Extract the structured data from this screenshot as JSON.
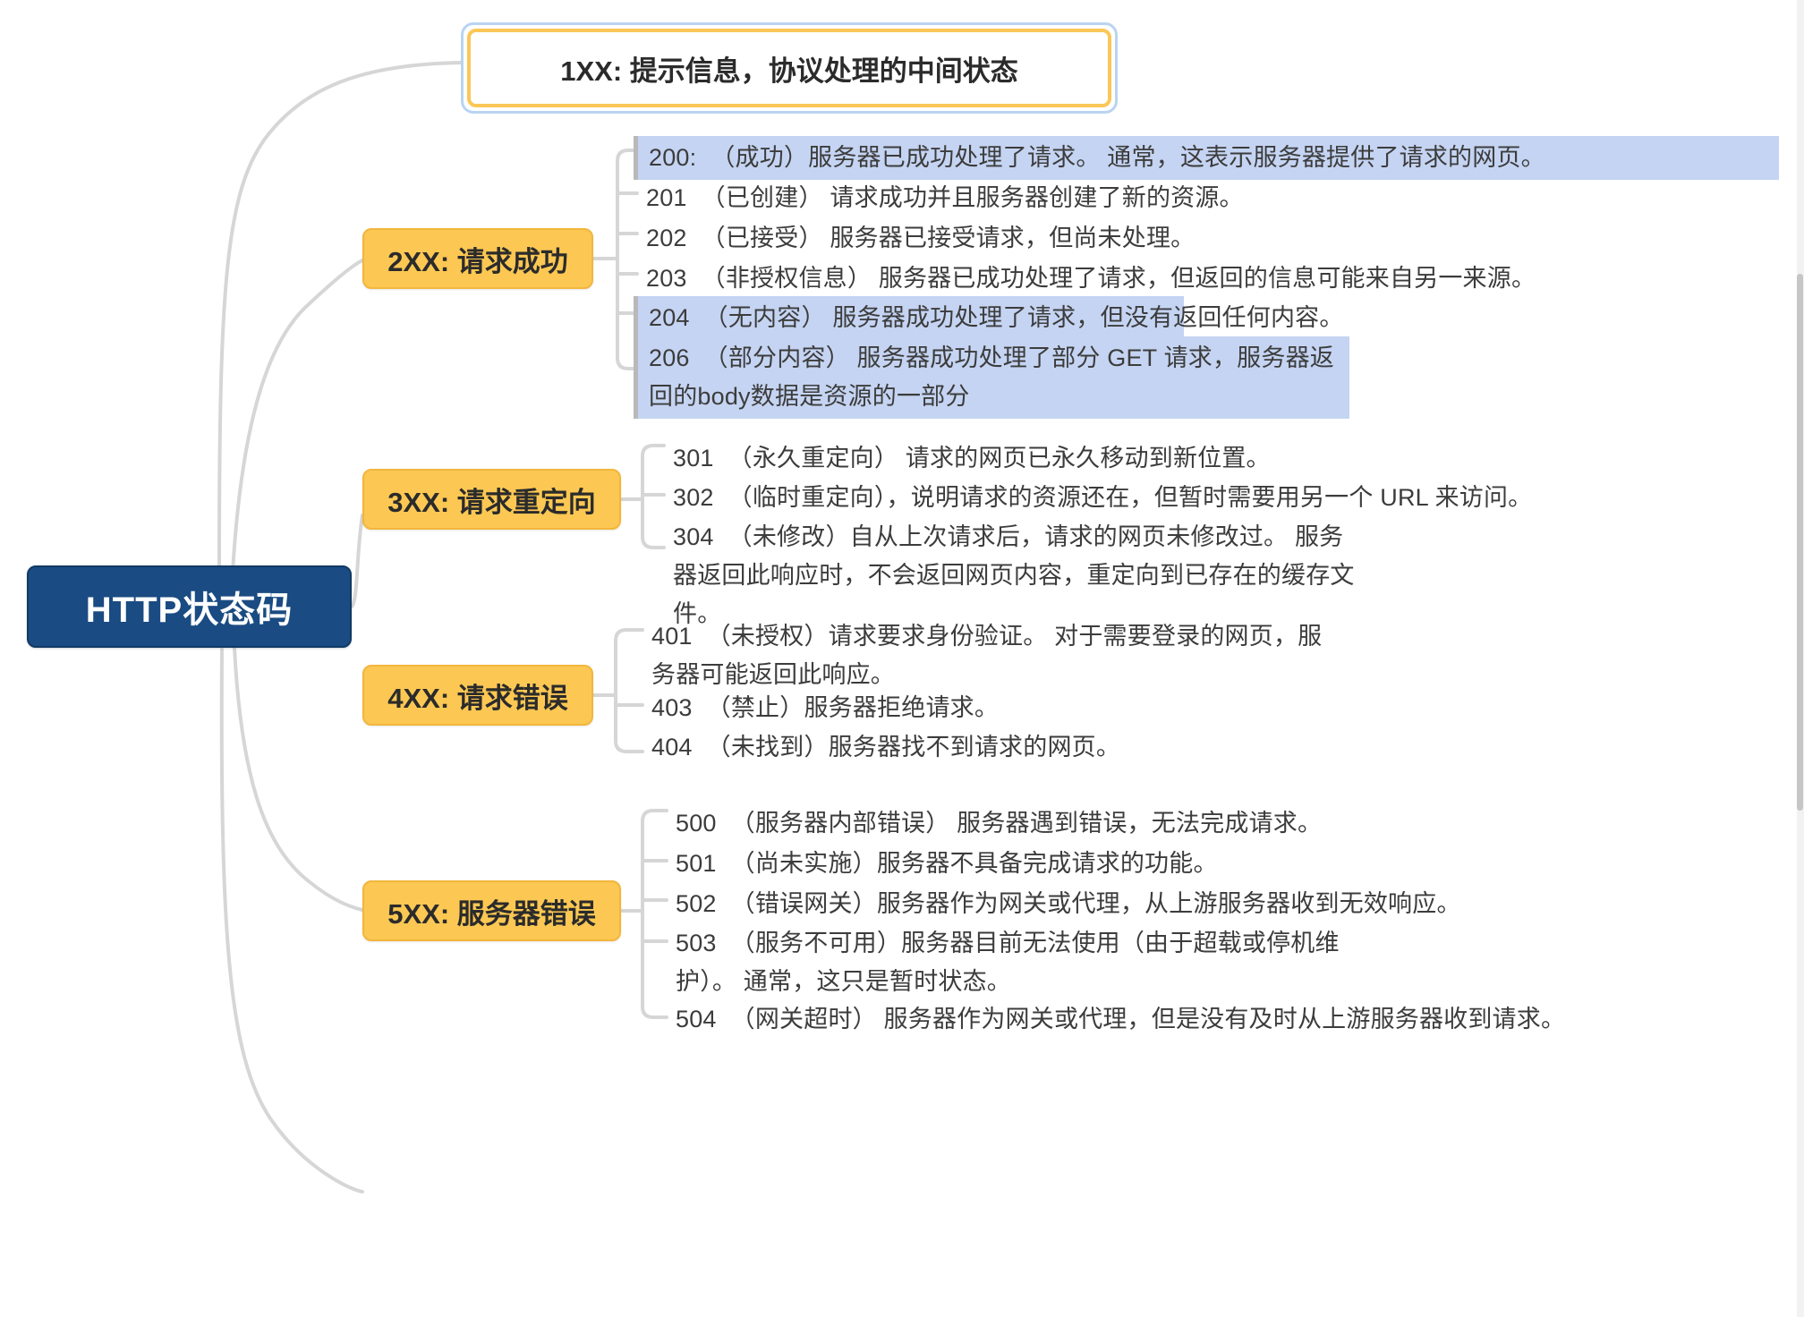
{
  "mindmap": {
    "root": {
      "label": "HTTP状态码"
    },
    "branches": [
      {
        "id": "1xx",
        "label": "1XX: 提示信息，协议处理的中间状态",
        "selected": true,
        "children": []
      },
      {
        "id": "2xx",
        "label": "2XX: 请求成功",
        "selected": false,
        "children": [
          {
            "code": "200:",
            "text": "（成功）服务器已成功处理了请求。 通常，这表示服务器提供了请求的网页。",
            "selected": true
          },
          {
            "code": "201",
            "text": "（已创建） 请求成功并且服务器创建了新的资源。",
            "selected": false
          },
          {
            "code": "202",
            "text": "（已接受） 服务器已接受请求，但尚未处理。",
            "selected": false
          },
          {
            "code": "203",
            "text": "（非授权信息） 服务器已成功处理了请求，但返回的信息可能来自另一来源。",
            "selected": false
          },
          {
            "code": "204",
            "text": "（无内容） 服务器成功处理了请求，但没有返回任何内容。",
            "selected": true
          },
          {
            "code": "206",
            "text": "（部分内容） 服务器成功处理了部分 GET 请求，服务器返回的body数据是资源的一部分",
            "selected": true
          }
        ]
      },
      {
        "id": "3xx",
        "label": "3XX: 请求重定向",
        "selected": false,
        "children": [
          {
            "code": "301",
            "text": "（永久重定向） 请求的网页已永久移动到新位置。",
            "selected": false
          },
          {
            "code": "302",
            "text": "（临时重定向），说明请求的资源还在，但暂时需要用另一个 URL 来访问。",
            "selected": false
          },
          {
            "code": "304",
            "text": "（未修改）自从上次请求后，请求的网页未修改过。 服务器返回此响应时，不会返回网页内容，重定向到已存在的缓存文件。",
            "selected": false
          }
        ]
      },
      {
        "id": "4xx",
        "label": "4XX: 请求错误",
        "selected": false,
        "children": [
          {
            "code": "401",
            "text": "（未授权）请求要求身份验证。 对于需要登录的网页，服务器可能返回此响应。",
            "selected": false
          },
          {
            "code": "403",
            "text": "（禁止）服务器拒绝请求。",
            "selected": false
          },
          {
            "code": "404",
            "text": "（未找到）服务器找不到请求的网页。",
            "selected": false
          }
        ]
      },
      {
        "id": "5xx",
        "label": "5XX: 服务器错误",
        "selected": false,
        "children": [
          {
            "code": "500",
            "text": "（服务器内部错误） 服务器遇到错误，无法完成请求。",
            "selected": false
          },
          {
            "code": "501",
            "text": "（尚未实施）服务器不具备完成请求的功能。",
            "selected": false
          },
          {
            "code": "502",
            "text": "（错误网关）服务器作为网关或代理，从上游服务器收到无效响应。",
            "selected": false
          },
          {
            "code": "503",
            "text": "（服务不可用）服务器目前无法使用（由于超载或停机维护）。 通常，这只是暂时状态。",
            "selected": false
          },
          {
            "code": "504",
            "text": "（网关超时） 服务器作为网关或代理，但是没有及时从上游服务器收到请求。",
            "selected": false
          }
        ]
      }
    ],
    "colors": {
      "root_bg": "#1a4b82",
      "category_bg": "#fcc853",
      "selection_bg": "#c5d4f2",
      "selection_ring": "#b9d4f0",
      "connector": "#d6d6d6",
      "node_border_1xx": "#fbc756"
    }
  }
}
